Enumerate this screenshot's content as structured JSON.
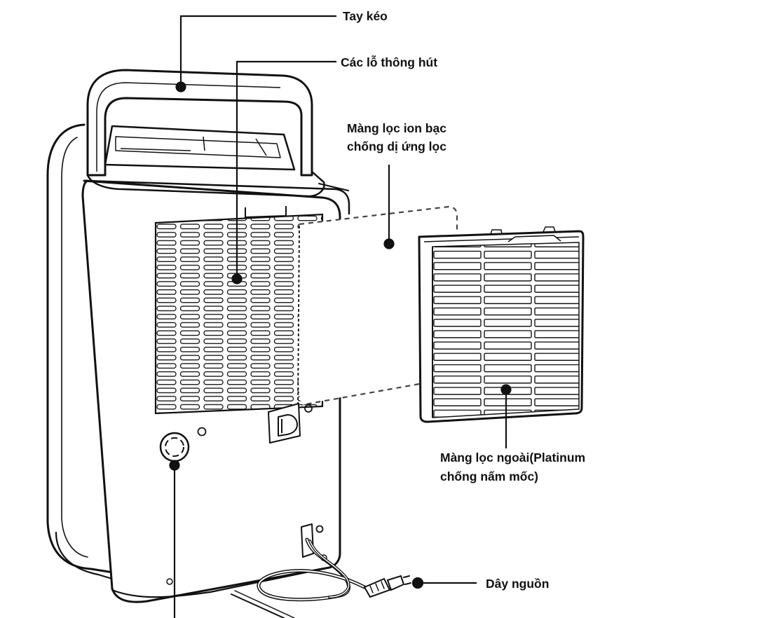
{
  "labels": {
    "handle": "Tay kéo",
    "vents": "Các lỗ thông hút",
    "silver_filter_line1": "Màng lọc ion bạc",
    "silver_filter_line2": "chống dị ứng lọc",
    "outer_filter_line1": "Màng lọc ngoài(Platinum",
    "outer_filter_line2": "chống nấm mốc)",
    "power_cord": "Dây nguồn"
  },
  "colors": {
    "line": "#111111",
    "background": "#ffffff"
  }
}
